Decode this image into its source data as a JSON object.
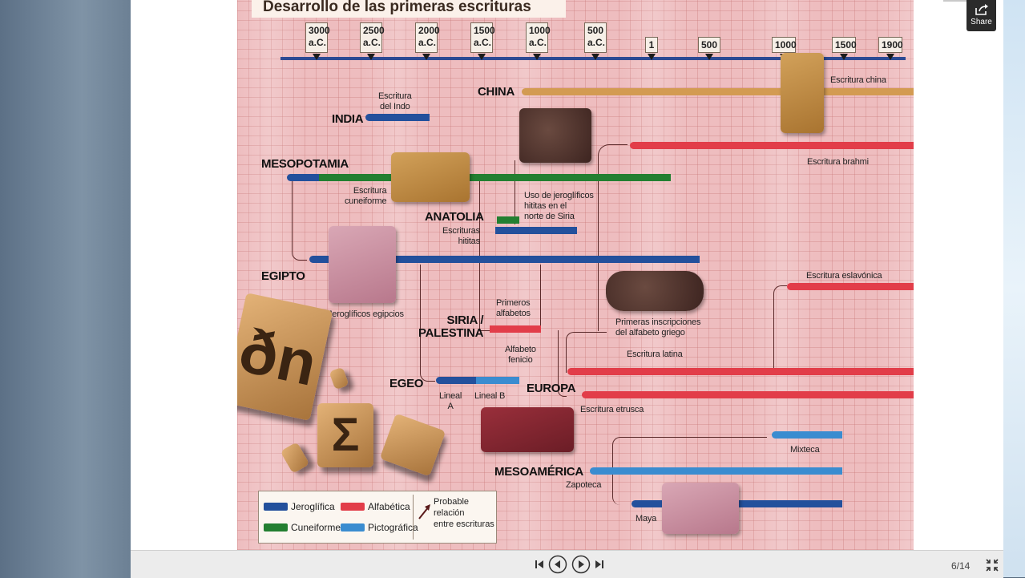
{
  "presentation": {
    "title": "Desarrollo de las primeras escrituras",
    "page_indicator": "6/14",
    "share_label": "Share"
  },
  "timeline": {
    "ticks": [
      "3000\na.C.",
      "2500\na.C.",
      "2000\na.C.",
      "1500\na.C.",
      "1000\na.C.",
      "500\na.C.",
      "1",
      "500",
      "1000",
      "1500",
      "1900"
    ]
  },
  "regions": {
    "china": "CHINA",
    "india": "INDIA",
    "mesopotamia": "MESOPOTAMIA",
    "anatolia": "ANATOLIA",
    "egipto": "EGIPTO",
    "siria": "SIRIA /\nPALESTINA",
    "egeo": "EGEO",
    "europa": "EUROPA",
    "mesoamerica": "MESOAMÉRICA"
  },
  "notes": {
    "escritura_indo": "Escritura\ndel Indo",
    "escritura_china": "Escritura china",
    "escritura_brahmi": "Escritura brahmi",
    "cuneiforme": "Escritura\ncuneiforme",
    "jeroglificos_hititas": "Uso de jeroglíficos\nhititas en el\nnorte de Siria",
    "escrituras_hititas": "Escrituras\nhititas",
    "jeroglificos_egipcios": "Jeroglíficos egipcios",
    "escritura_eslavonica": "Escritura eslavónica",
    "primeros_alfabetos": "Primeros\nalfabetos",
    "primeras_inscripciones": "Primeras inscripciones\ndel alfabeto griego",
    "alfabeto_fenicio": "Alfabeto\nfenicio",
    "escritura_latina": "Escritura latina",
    "lineal_a": "Lineal\nA",
    "lineal_b": "Lineal B",
    "escritura_etrusca": "Escritura etrusca",
    "mixteca": "Mixteca",
    "zapoteca": "Zapoteca",
    "maya": "Maya"
  },
  "legend": {
    "jeroglifica": "Jeroglífica",
    "alfabetica": "Alfabética",
    "cuneiforme": "Cuneiforme",
    "pictografica": "Pictográfica",
    "relacion": "Probable\nrelación\nentre escrituras"
  },
  "tiles": {
    "tile1": "ðn",
    "tile2": "Σ"
  },
  "colors": {
    "jeroglifica": "#23509c",
    "alfabetica": "#e23d49",
    "cuneiforme": "#237f31",
    "pictografica": "#3a8cd0"
  }
}
